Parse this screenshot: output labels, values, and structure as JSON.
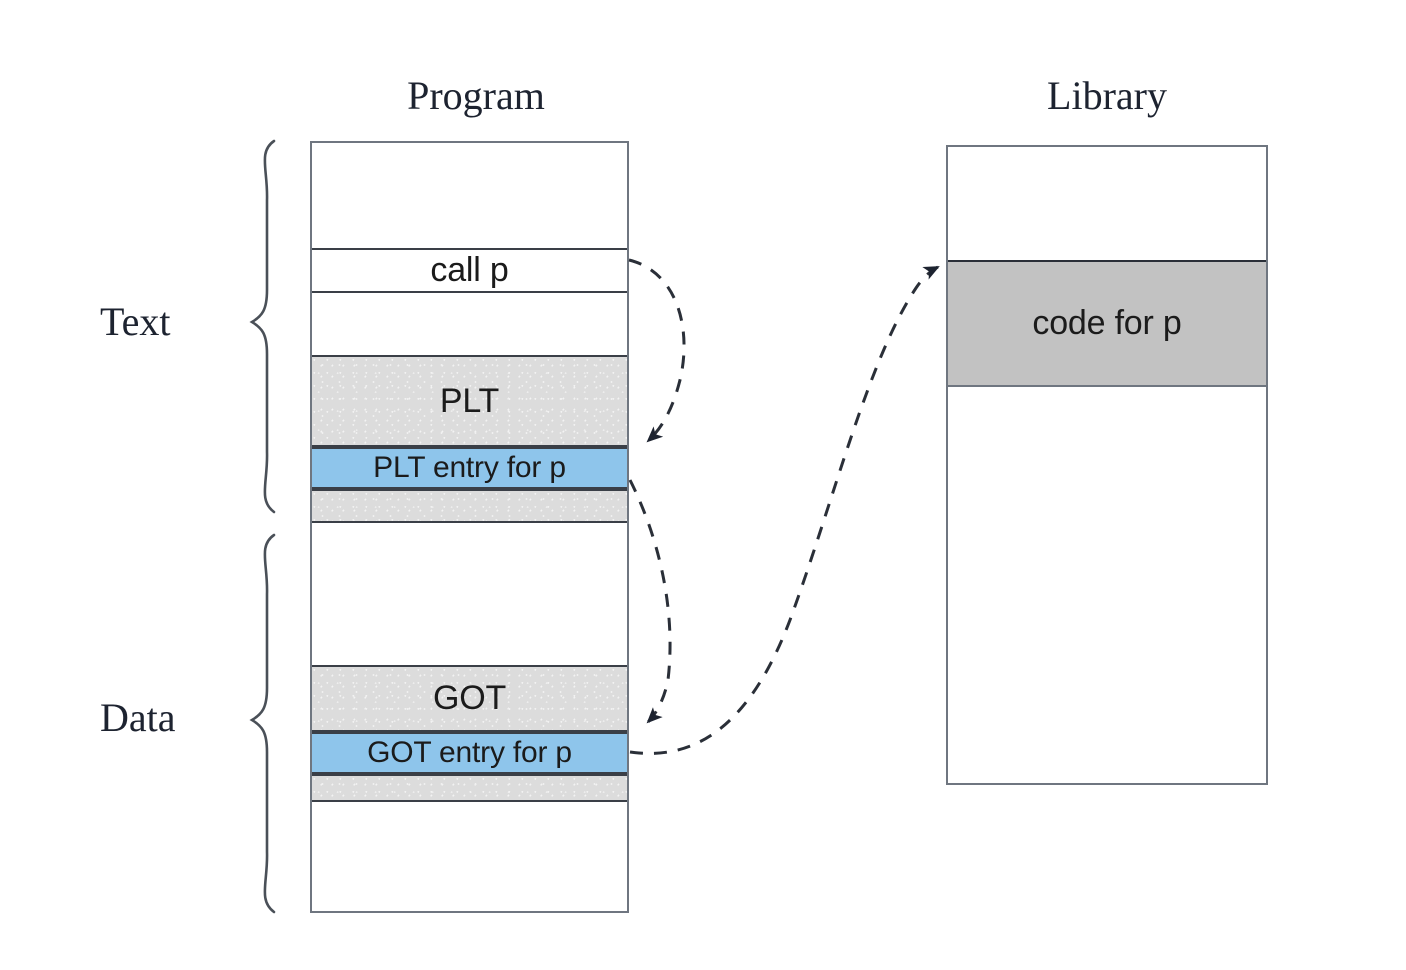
{
  "diagram": {
    "title_program": "Program",
    "title_library": "Library",
    "segment_labels": {
      "text": "Text",
      "data": "Data"
    },
    "colors": {
      "highlight_blue": "#8ec5eb",
      "region_grey": "#dcdcdc",
      "library_block_grey": "#c2c2c2",
      "outline": "#6f7680",
      "ink": "#1b1b1b"
    },
    "program_rows": [
      {
        "name": "empty-top",
        "label": "",
        "style": "white"
      },
      {
        "name": "call-p",
        "label": "call p",
        "style": "outline"
      },
      {
        "name": "empty-mid",
        "label": "",
        "style": "white"
      },
      {
        "name": "plt",
        "label": "PLT",
        "style": "grey"
      },
      {
        "name": "plt-entry",
        "label": "PLT entry for p",
        "style": "blue"
      },
      {
        "name": "plt-tail",
        "label": "",
        "style": "grey"
      },
      {
        "name": "empty-gap",
        "label": "",
        "style": "white"
      },
      {
        "name": "got",
        "label": "GOT",
        "style": "grey"
      },
      {
        "name": "got-entry",
        "label": "GOT entry for p",
        "style": "blue"
      },
      {
        "name": "got-tail",
        "label": "",
        "style": "grey"
      },
      {
        "name": "empty-bottom",
        "label": "",
        "style": "white"
      }
    ],
    "library_rows": [
      {
        "name": "lib-empty-top",
        "label": "",
        "style": "white"
      },
      {
        "name": "code-for-p",
        "label": "code for p",
        "style": "darkgrey"
      },
      {
        "name": "lib-empty-bottom",
        "label": "",
        "style": "white"
      }
    ],
    "arrows": [
      {
        "name": "call-to-plt-entry",
        "from": "call p",
        "to": "PLT entry for p",
        "style": "dashed"
      },
      {
        "name": "plt-entry-to-got-entry",
        "from": "PLT entry for p",
        "to": "GOT entry for p",
        "style": "dashed"
      },
      {
        "name": "got-entry-to-code",
        "from": "GOT entry for p",
        "to": "code for p",
        "style": "dashed"
      }
    ]
  }
}
